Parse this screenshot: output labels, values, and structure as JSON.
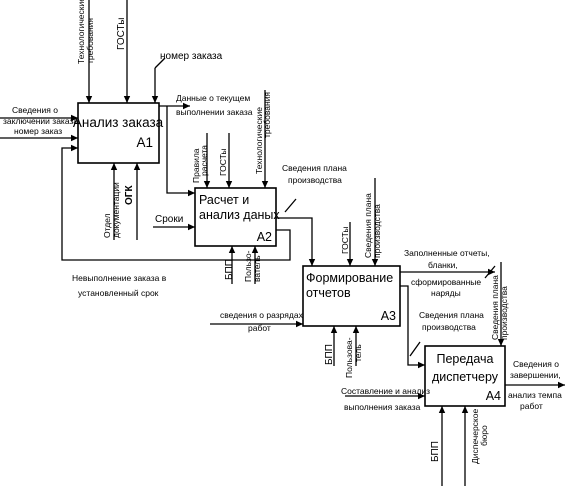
{
  "colors": {
    "line": "#000000",
    "box": "#ffffff",
    "background": "#ffffff"
  },
  "blocks": [
    {
      "title": "Анализ заказа",
      "code": "А1"
    },
    {
      "title_line1": "Расчет и",
      "title_line2": "анализ даных",
      "code": "А2"
    },
    {
      "title_line1": "Формирование",
      "title_line2": "отчетов",
      "code": "А3"
    },
    {
      "title_line1": "Передача",
      "title_line2": "диспетчеру",
      "code": "А4"
    }
  ],
  "labels": {
    "tech_req_line1": "Технологические",
    "tech_req_line2": "требования",
    "gosts": "ГОСТы",
    "gosts_a3": "ГОСТы",
    "order_number_top": "номер заказа",
    "conclusion_line1": "Сведения о",
    "conclusion_line2": "заключении заказа",
    "order_number_left": "номер заказ",
    "current_data_line1": "Данные о текущем",
    "current_data_line2": "выполнении заказа",
    "calc_rules_line1": "Правила",
    "calc_rules_line2": "расчета",
    "gosts_a2": "ГОСТы",
    "tech_req2_line1": "Технологические",
    "tech_req2_line2": "требования",
    "plan_info_line1": "Сведения плана",
    "plan_info_line2": "производства",
    "doc_dept_line1": "Отдел",
    "doc_dept_line2": "документации",
    "ogk": "ОГК",
    "deadlines": "Сроки",
    "nonfulfil_line1": "Невыполнение заказа в",
    "nonfulfil_line2": "установленный срок",
    "bpp_a2": "БПП",
    "user_a2_line1": "Пользо-",
    "user_a2_line2": "ватель",
    "plan_a3_line1": "Сведения плана",
    "plan_a3_line2": "производства",
    "filled_reports_line1": "Заполненные отчеты,",
    "filled_reports_line2": "бланки,",
    "filled_reports_line3": "сформированные",
    "filled_reports_line4": "наряды",
    "plan_a4_line1": "Сведения плана",
    "plan_a4_line2": "производства",
    "plan_a4r_line1": "Сведения плана",
    "plan_a4r_line2": "производства",
    "ranks_line1": "сведения о разрядах",
    "ranks_line2": "работ",
    "bpp_a3": "БПП",
    "user_a3_line1": "Пользова-",
    "user_a3_line2": "тель",
    "composition_line1": "Составление и анализ",
    "composition_line2": "выполнения заказа",
    "completion_line1": "Сведения о",
    "completion_line2": "завершении,",
    "completion_line3": "анализ темпа",
    "completion_line4": "работ",
    "bpp_a4": "БПП",
    "dispatch_line1": "Диспечерское",
    "dispatch_line2": "бюро"
  }
}
